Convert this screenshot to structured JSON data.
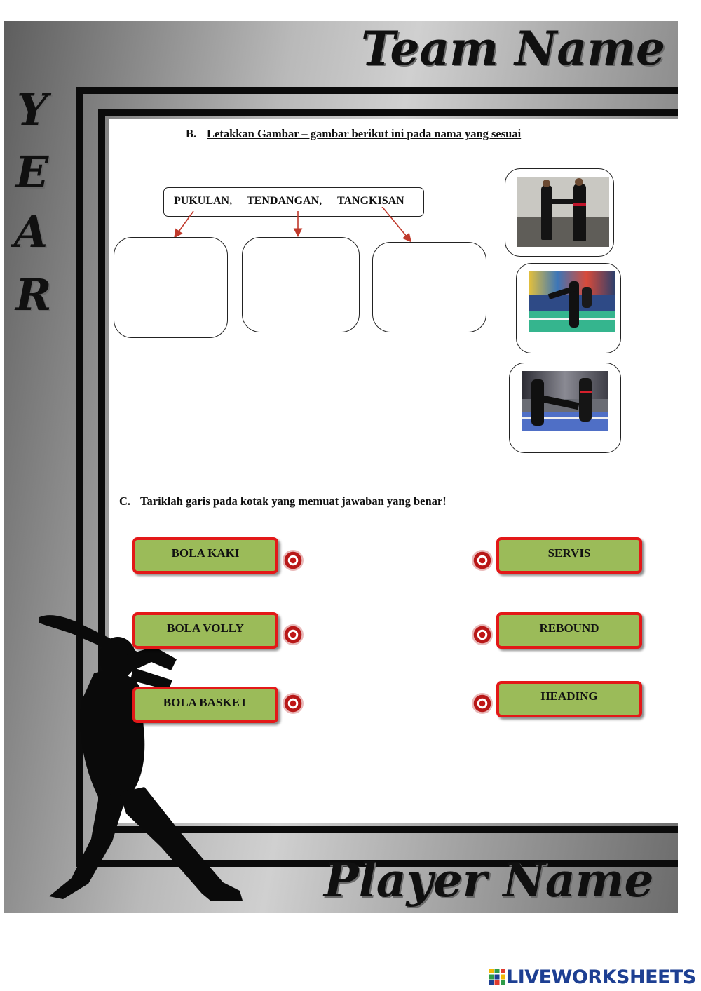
{
  "frame": {
    "team_name": "Team Name",
    "player_name": "Player Name",
    "year_letters": [
      "Y",
      "E",
      "A",
      "R"
    ]
  },
  "section_b": {
    "number": "B.",
    "instruction": "Letakkan Gambar – gambar berikut ini pada nama  yang sesuai",
    "terms": [
      "PUKULAN,",
      "TENDANGAN,",
      "TANGKISAN"
    ],
    "photos": [
      "punch-photo",
      "kick-photo",
      "block-photo"
    ]
  },
  "section_c": {
    "number": "C.",
    "instruction": "Tariklah garis pada kotak  yang memuat jawaban yang  benar!",
    "left_items": [
      "BOLA KAKI",
      "BOLA VOLLY",
      "BOLA BASKET"
    ],
    "right_items": [
      "SERVIS",
      "REBOUND",
      "HEADING"
    ]
  },
  "colors": {
    "button_fill": "#9bbb59",
    "button_border": "#e31818",
    "arrow": "#c0392b",
    "brand": "#1d3f92"
  },
  "footer": {
    "brand": "LIVEWORKSHEETS"
  }
}
